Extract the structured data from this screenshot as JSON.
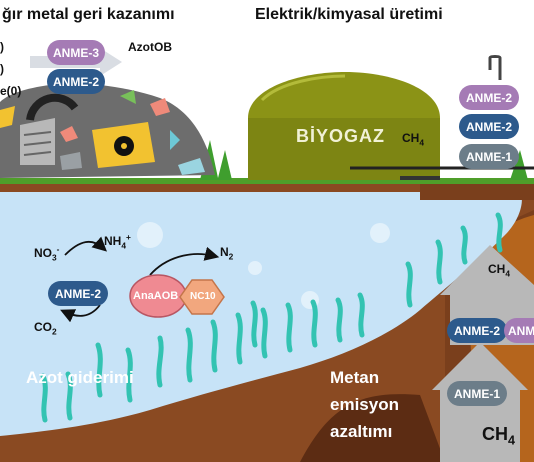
{
  "titles": {
    "metal_recovery": "ğır metal geri kazanımı",
    "electric": "Elektrik/kimyasal üretimi"
  },
  "left_labels": {
    "a": ")",
    "b": ")",
    "c": "e(0)"
  },
  "landfill": {
    "anme3": "ANME-3",
    "anme2": "ANME-2",
    "azotob": "AzotOB"
  },
  "biogas": {
    "label": "BİYOGAZ",
    "ch4": "CH",
    "ch4_sub": "4"
  },
  "stack_right": {
    "top": "ANME-2",
    "mid": "ANME-2",
    "bottom": "ANME-1"
  },
  "lake": {
    "no3": "NO",
    "no3_sub": "3",
    "no3_sup": "-",
    "nh4": "NH",
    "nh4_sub": "4",
    "nh4_sup": "+",
    "anme2": "ANME-2",
    "co2": "CO",
    "co2_sub": "2",
    "anaaob": "AnaAOB",
    "nc10": "NC10",
    "n2": "N",
    "n2_sub": "2",
    "azot_gideri": "Azot giderimi"
  },
  "methane": {
    "line1": "Metan",
    "line2": "emisyon",
    "line3": "azaltımı",
    "ch4_top": "CH",
    "ch4_top_sub": "4",
    "anme2": "ANME-2",
    "anme_partial": "ANM",
    "anme1": "ANME-1",
    "ch4_bottom": "CH",
    "ch4_bottom_sub": "4"
  },
  "colors": {
    "anme3": "#a57bb5",
    "anme2": "#2d5a8c",
    "anme1": "#6c7d89",
    "anaaob": "#ef8a92",
    "nc10": "#f2a77e",
    "digester": "#8b9316",
    "water": "#c7e3f7",
    "soil": "#7a3f1c",
    "seaweed": "#33c3b2"
  }
}
